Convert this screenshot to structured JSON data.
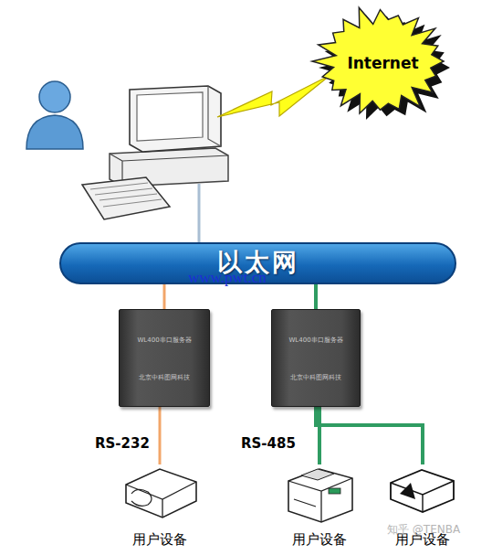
{
  "diagram": {
    "nodes": [
      {
        "text": [
          "Internet"
        ]
      },
      {
        "text": [
          "以太网"
        ]
      },
      {
        "text": [
          "WL400串口服务器",
          "北京中科图网科技"
        ]
      },
      {
        "text": [
          "WL400串口服务器",
          "北京中科图网科技"
        ]
      },
      {
        "text": [
          "用户设备"
        ]
      },
      {
        "text": [
          "用户设备"
        ]
      },
      {
        "text": [
          "用户设备"
        ]
      }
    ],
    "edges": [
      {
        "from": 1,
        "to": 2,
        "arrow": "none"
      },
      {
        "from": 1,
        "to": 3,
        "arrow": "none"
      },
      {
        "from": 2,
        "to": 4,
        "label": "RS-232",
        "arrow": "none"
      },
      {
        "from": 3,
        "to": 5,
        "label": "RS-485",
        "arrow": "none"
      },
      {
        "from": 3,
        "to": 6,
        "arrow": "none"
      }
    ],
    "labels": [
      "www.pwt.cn",
      "知乎 @TENBA"
    ]
  }
}
